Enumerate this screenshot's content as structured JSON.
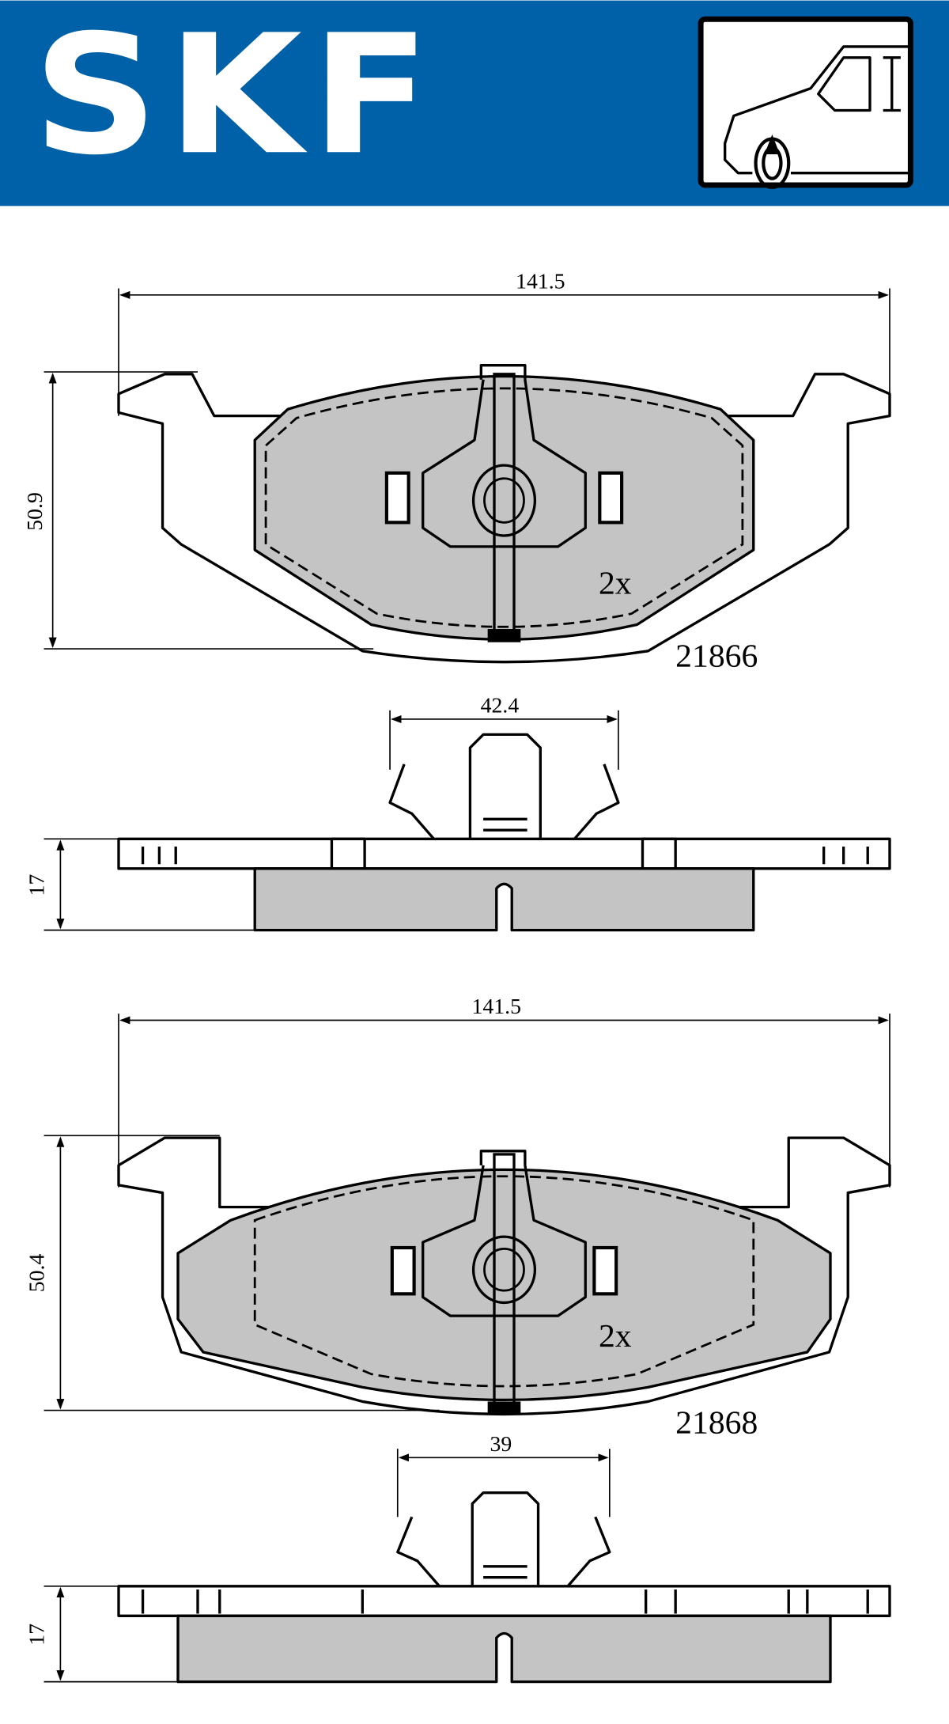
{
  "header": {
    "logo_text": "SKF",
    "brand_color": "#0060A8",
    "position_icon": "front-axle-car-icon"
  },
  "pad_front_1": {
    "width_dim": "141.5",
    "height_dim": "50.9",
    "quantity": "2x",
    "part_number": "21866"
  },
  "side_view_1": {
    "clip_dim": "42.4",
    "thickness_dim": "17"
  },
  "pad_front_2": {
    "width_dim": "141.5",
    "height_dim": "50.4",
    "quantity": "2x",
    "part_number": "21868"
  },
  "side_view_2": {
    "clip_dim": "39",
    "thickness_dim": "17"
  },
  "colors": {
    "friction_material": "#c4c4c4"
  }
}
